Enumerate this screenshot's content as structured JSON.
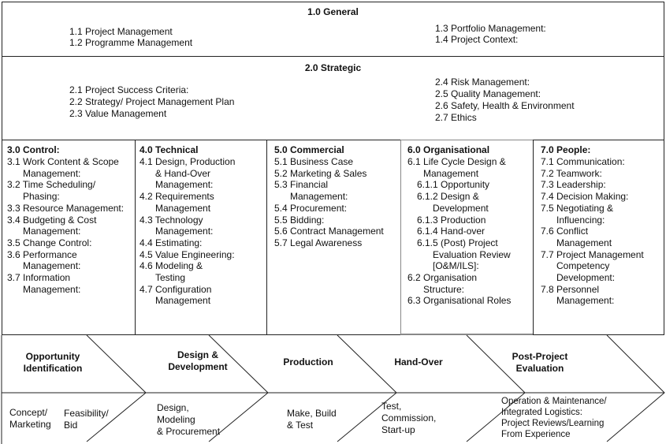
{
  "general": {
    "title": "1.0 General",
    "left": [
      "1.1 Project Management",
      "1.2 Programme Management"
    ],
    "right": [
      "1.3 Portfolio Management:",
      "1.4 Project Context:"
    ]
  },
  "strategic": {
    "title": "2.0 Strategic",
    "left": [
      "2.1 Project Success Criteria:",
      "2.2 Strategy/ Project Management Plan",
      "2.3 Value Management"
    ],
    "right": [
      "2.4 Risk Management:",
      "2.5 Quality Management:",
      "2.6 Safety, Health & Environment",
      "2.7 Ethics"
    ]
  },
  "columns": [
    {
      "title": "3.0 Control:",
      "lines": [
        {
          "t": "3.1 Work Content & Scope",
          "i": 0
        },
        {
          "t": "Management:",
          "i": 1
        },
        {
          "t": "3.2 Time Scheduling/",
          "i": 0
        },
        {
          "t": "Phasing:",
          "i": 1
        },
        {
          "t": "3.3 Resource Management:",
          "i": 0
        },
        {
          "t": "3.4 Budgeting & Cost",
          "i": 0
        },
        {
          "t": "Management:",
          "i": 1
        },
        {
          "t": "3.5 Change Control:",
          "i": 0
        },
        {
          "t": "3.6 Performance",
          "i": 0
        },
        {
          "t": "Management:",
          "i": 1
        },
        {
          "t": "3.7 Information",
          "i": 0
        },
        {
          "t": "Management:",
          "i": 1
        }
      ]
    },
    {
      "title": "4.0 Technical",
      "lines": [
        {
          "t": "4.1 Design, Production",
          "i": 0
        },
        {
          "t": "& Hand-Over",
          "i": 1
        },
        {
          "t": "Management:",
          "i": 1
        },
        {
          "t": "4.2 Requirements",
          "i": 0
        },
        {
          "t": "Management",
          "i": 1
        },
        {
          "t": "4.3 Technology",
          "i": 0
        },
        {
          "t": "Management:",
          "i": 1
        },
        {
          "t": "4.4 Estimating:",
          "i": 0
        },
        {
          "t": "4.5 Value Engineering:",
          "i": 0
        },
        {
          "t": "4.6 Modeling &",
          "i": 0
        },
        {
          "t": "Testing",
          "i": 1
        },
        {
          "t": "4.7 Configuration",
          "i": 0
        },
        {
          "t": "Management",
          "i": 1
        }
      ]
    },
    {
      "title": "5.0 Commercial",
      "lines": [
        {
          "t": "5.1 Business Case",
          "i": 0
        },
        {
          "t": "5.2 Marketing & Sales",
          "i": 0
        },
        {
          "t": "5.3 Financial",
          "i": 0
        },
        {
          "t": "Management:",
          "i": 1
        },
        {
          "t": "5.4 Procurement:",
          "i": 0
        },
        {
          "t": "5.5 Bidding:",
          "i": 0
        },
        {
          "t": "5.6 Contract Management",
          "i": 0
        },
        {
          "t": "5.7 Legal Awareness",
          "i": 0
        }
      ]
    },
    {
      "title": "6.0 Organisational",
      "lines": [
        {
          "t": "6.1 Life Cycle Design &",
          "i": 0
        },
        {
          "t": "Management",
          "i": 1
        },
        {
          "t": "6.1.1 Opportunity",
          "i": 2
        },
        {
          "t": "6.1.2 Design &",
          "i": 2
        },
        {
          "t": "Development",
          "i": 3
        },
        {
          "t": "6.1.3 Production",
          "i": 2
        },
        {
          "t": "6.1.4 Hand-over",
          "i": 2
        },
        {
          "t": "6.1.5 (Post) Project",
          "i": 2
        },
        {
          "t": "Evaluation Review",
          "i": 3
        },
        {
          "t": "[O&M/ILS]:",
          "i": 3
        },
        {
          "t": "6.2 Organisation",
          "i": 0
        },
        {
          "t": "Structure:",
          "i": 1
        },
        {
          "t": "6.3 Organisational Roles",
          "i": 0
        }
      ]
    },
    {
      "title": "7.0 People:",
      "lines": [
        {
          "t": "7.1 Communication:",
          "i": 0
        },
        {
          "t": "7.2 Teamwork:",
          "i": 0
        },
        {
          "t": "7.3 Leadership:",
          "i": 0
        },
        {
          "t": "7.4 Decision Making:",
          "i": 0
        },
        {
          "t": "7.5 Negotiating &",
          "i": 0
        },
        {
          "t": "Influencing:",
          "i": 1
        },
        {
          "t": "7.6 Conflict",
          "i": 0
        },
        {
          "t": "Management",
          "i": 1
        },
        {
          "t": "7.7 Project Management",
          "i": 0
        },
        {
          "t": "Competency",
          "i": 1
        },
        {
          "t": "Development:",
          "i": 1
        },
        {
          "t": "7.8 Personnel",
          "i": 0
        },
        {
          "t": "Management:",
          "i": 1
        }
      ]
    }
  ],
  "stages": [
    {
      "name": "opportunity",
      "lines": [
        "Opportunity",
        "Identification"
      ]
    },
    {
      "name": "design",
      "lines": [
        "Design &",
        "Development"
      ]
    },
    {
      "name": "production",
      "lines": [
        "Production"
      ]
    },
    {
      "name": "handover",
      "lines": [
        "Hand-Over"
      ]
    },
    {
      "name": "post-project",
      "lines": [
        "Post-Project",
        "Evaluation"
      ]
    }
  ],
  "activities": [
    {
      "name": "concept",
      "lines": [
        "Concept/",
        "Marketing"
      ]
    },
    {
      "name": "feasibility",
      "lines": [
        "Feasibility/",
        "Bid"
      ]
    },
    {
      "name": "design-modeling",
      "lines": [
        "Design,",
        "Modeling",
        "& Procurement"
      ]
    },
    {
      "name": "make",
      "lines": [
        "Make, Build",
        "& Test"
      ]
    },
    {
      "name": "test",
      "lines": [
        "Test,",
        "Commission,",
        "Start-up"
      ]
    },
    {
      "name": "operation",
      "lines": [
        "Operation & Maintenance/",
        "Integrated Logistics:",
        "Project Reviews/Learning",
        "From Experience"
      ]
    }
  ]
}
